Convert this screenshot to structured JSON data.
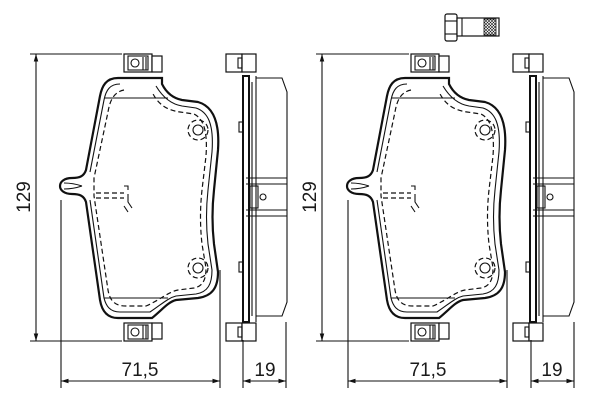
{
  "drawing": {
    "title": "Brake pad set technical drawing",
    "stroke_color": "#111111",
    "background": "#ffffff",
    "pads": [
      {
        "id": "left",
        "front_view": {
          "height_dim": "129",
          "width_dim": "71,5"
        },
        "side_view": {
          "thickness_dim": "19"
        }
      },
      {
        "id": "right",
        "front_view": {
          "height_dim": "129",
          "width_dim": "71,5"
        },
        "side_view": {
          "thickness_dim": "19"
        }
      }
    ],
    "accessory": {
      "icon": "bolt-icon"
    }
  }
}
